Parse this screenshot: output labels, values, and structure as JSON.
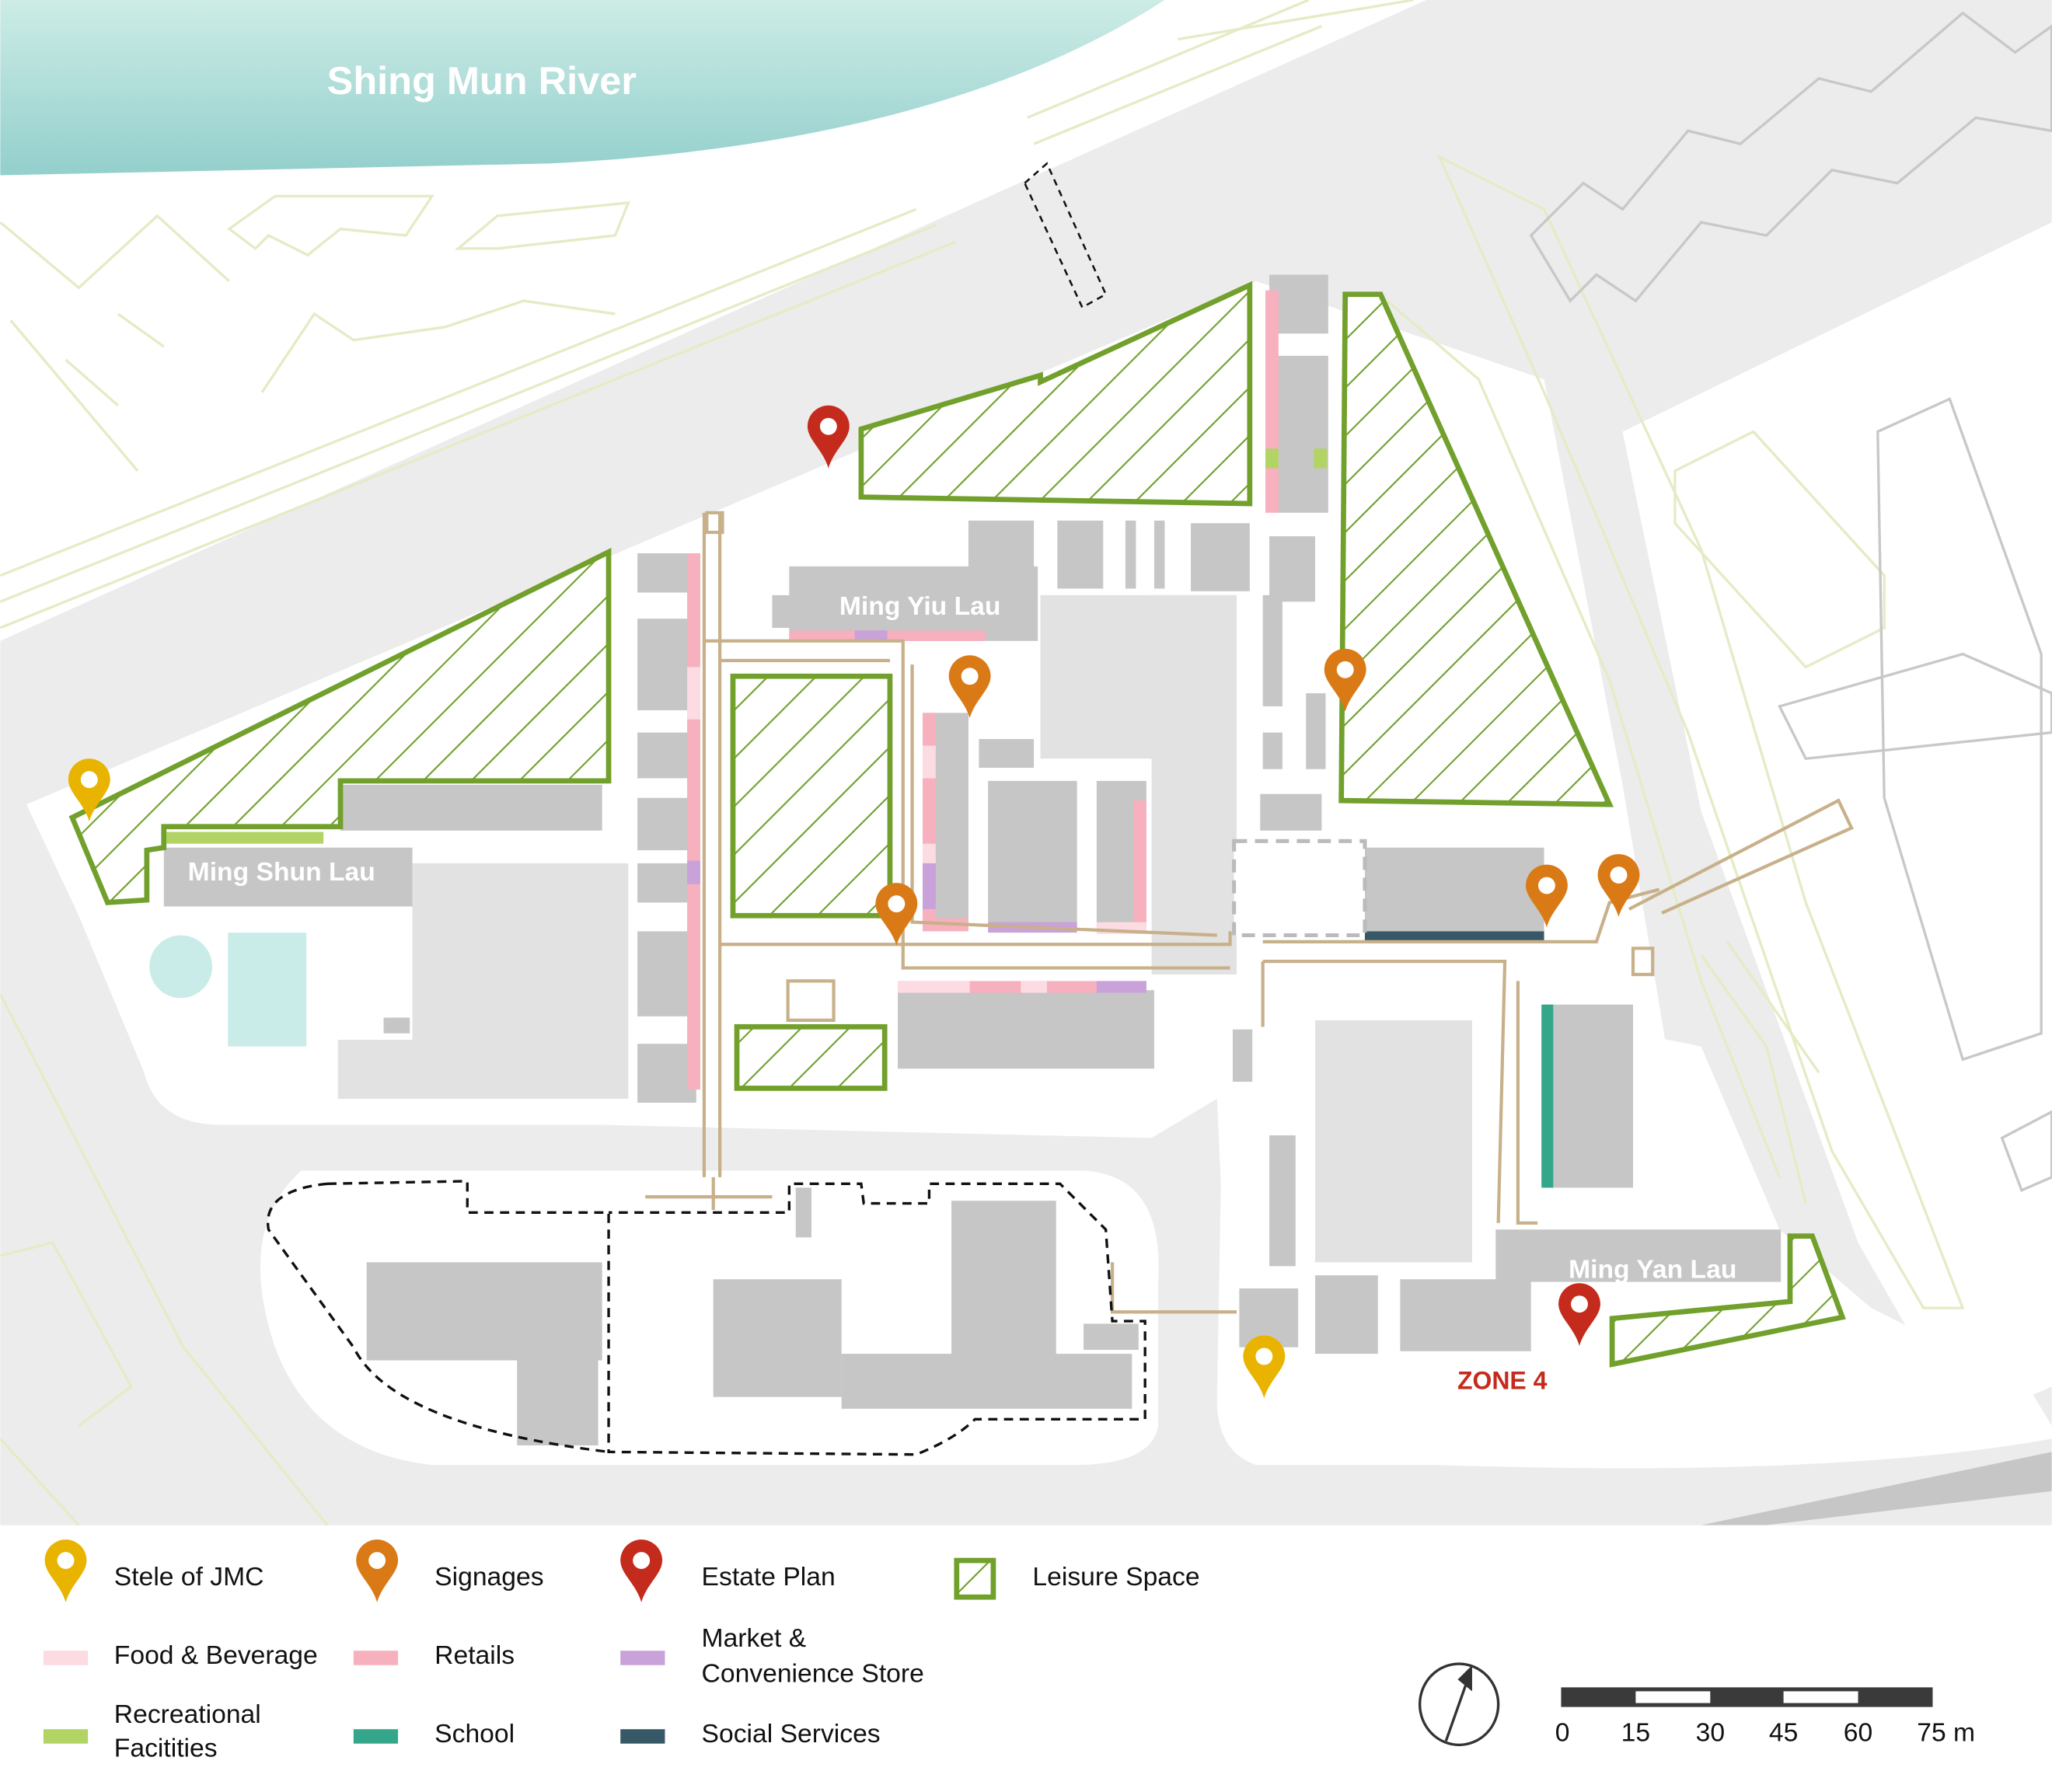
{
  "map": {
    "river_label": "Shing Mun River",
    "buildings": {
      "ming_yiu_lau": "Ming Yiu Lau",
      "ming_shun_lau": "Ming Shun Lau",
      "ming_yan_lau": "Ming Yan Lau"
    },
    "zone_label": "ZONE 4"
  },
  "legend": {
    "items": [
      {
        "label": "Stele of JMC",
        "icon": "pin-icon",
        "color": "#e8b400"
      },
      {
        "label": "Signages",
        "icon": "pin-icon",
        "color": "#d97a16"
      },
      {
        "label": "Estate Plan",
        "icon": "pin-icon",
        "color": "#c42b1c"
      },
      {
        "label": "Leisure Space",
        "icon": "hatch-swatch",
        "color": "#72a02c"
      },
      {
        "label": "Food & Beverage",
        "icon": "swatch",
        "color": "#fcdbe3"
      },
      {
        "label": "Retails",
        "icon": "swatch",
        "color": "#f7b0bd"
      },
      {
        "label_line1": "Market &",
        "label_line2": "Convenience Store",
        "icon": "swatch",
        "color": "#c8a2d8"
      },
      {
        "label_line1": "Recreational",
        "label_line2": "Facitities",
        "icon": "swatch",
        "color": "#b2d465"
      },
      {
        "label": "School",
        "icon": "swatch",
        "color": "#34a68a"
      },
      {
        "label": "Social Services",
        "icon": "swatch",
        "color": "#375866"
      }
    ]
  },
  "scale_bar": {
    "ticks": [
      "0",
      "15",
      "30",
      "45",
      "60",
      "75 m"
    ]
  },
  "compass": {
    "icon": "north-arrow-icon"
  }
}
